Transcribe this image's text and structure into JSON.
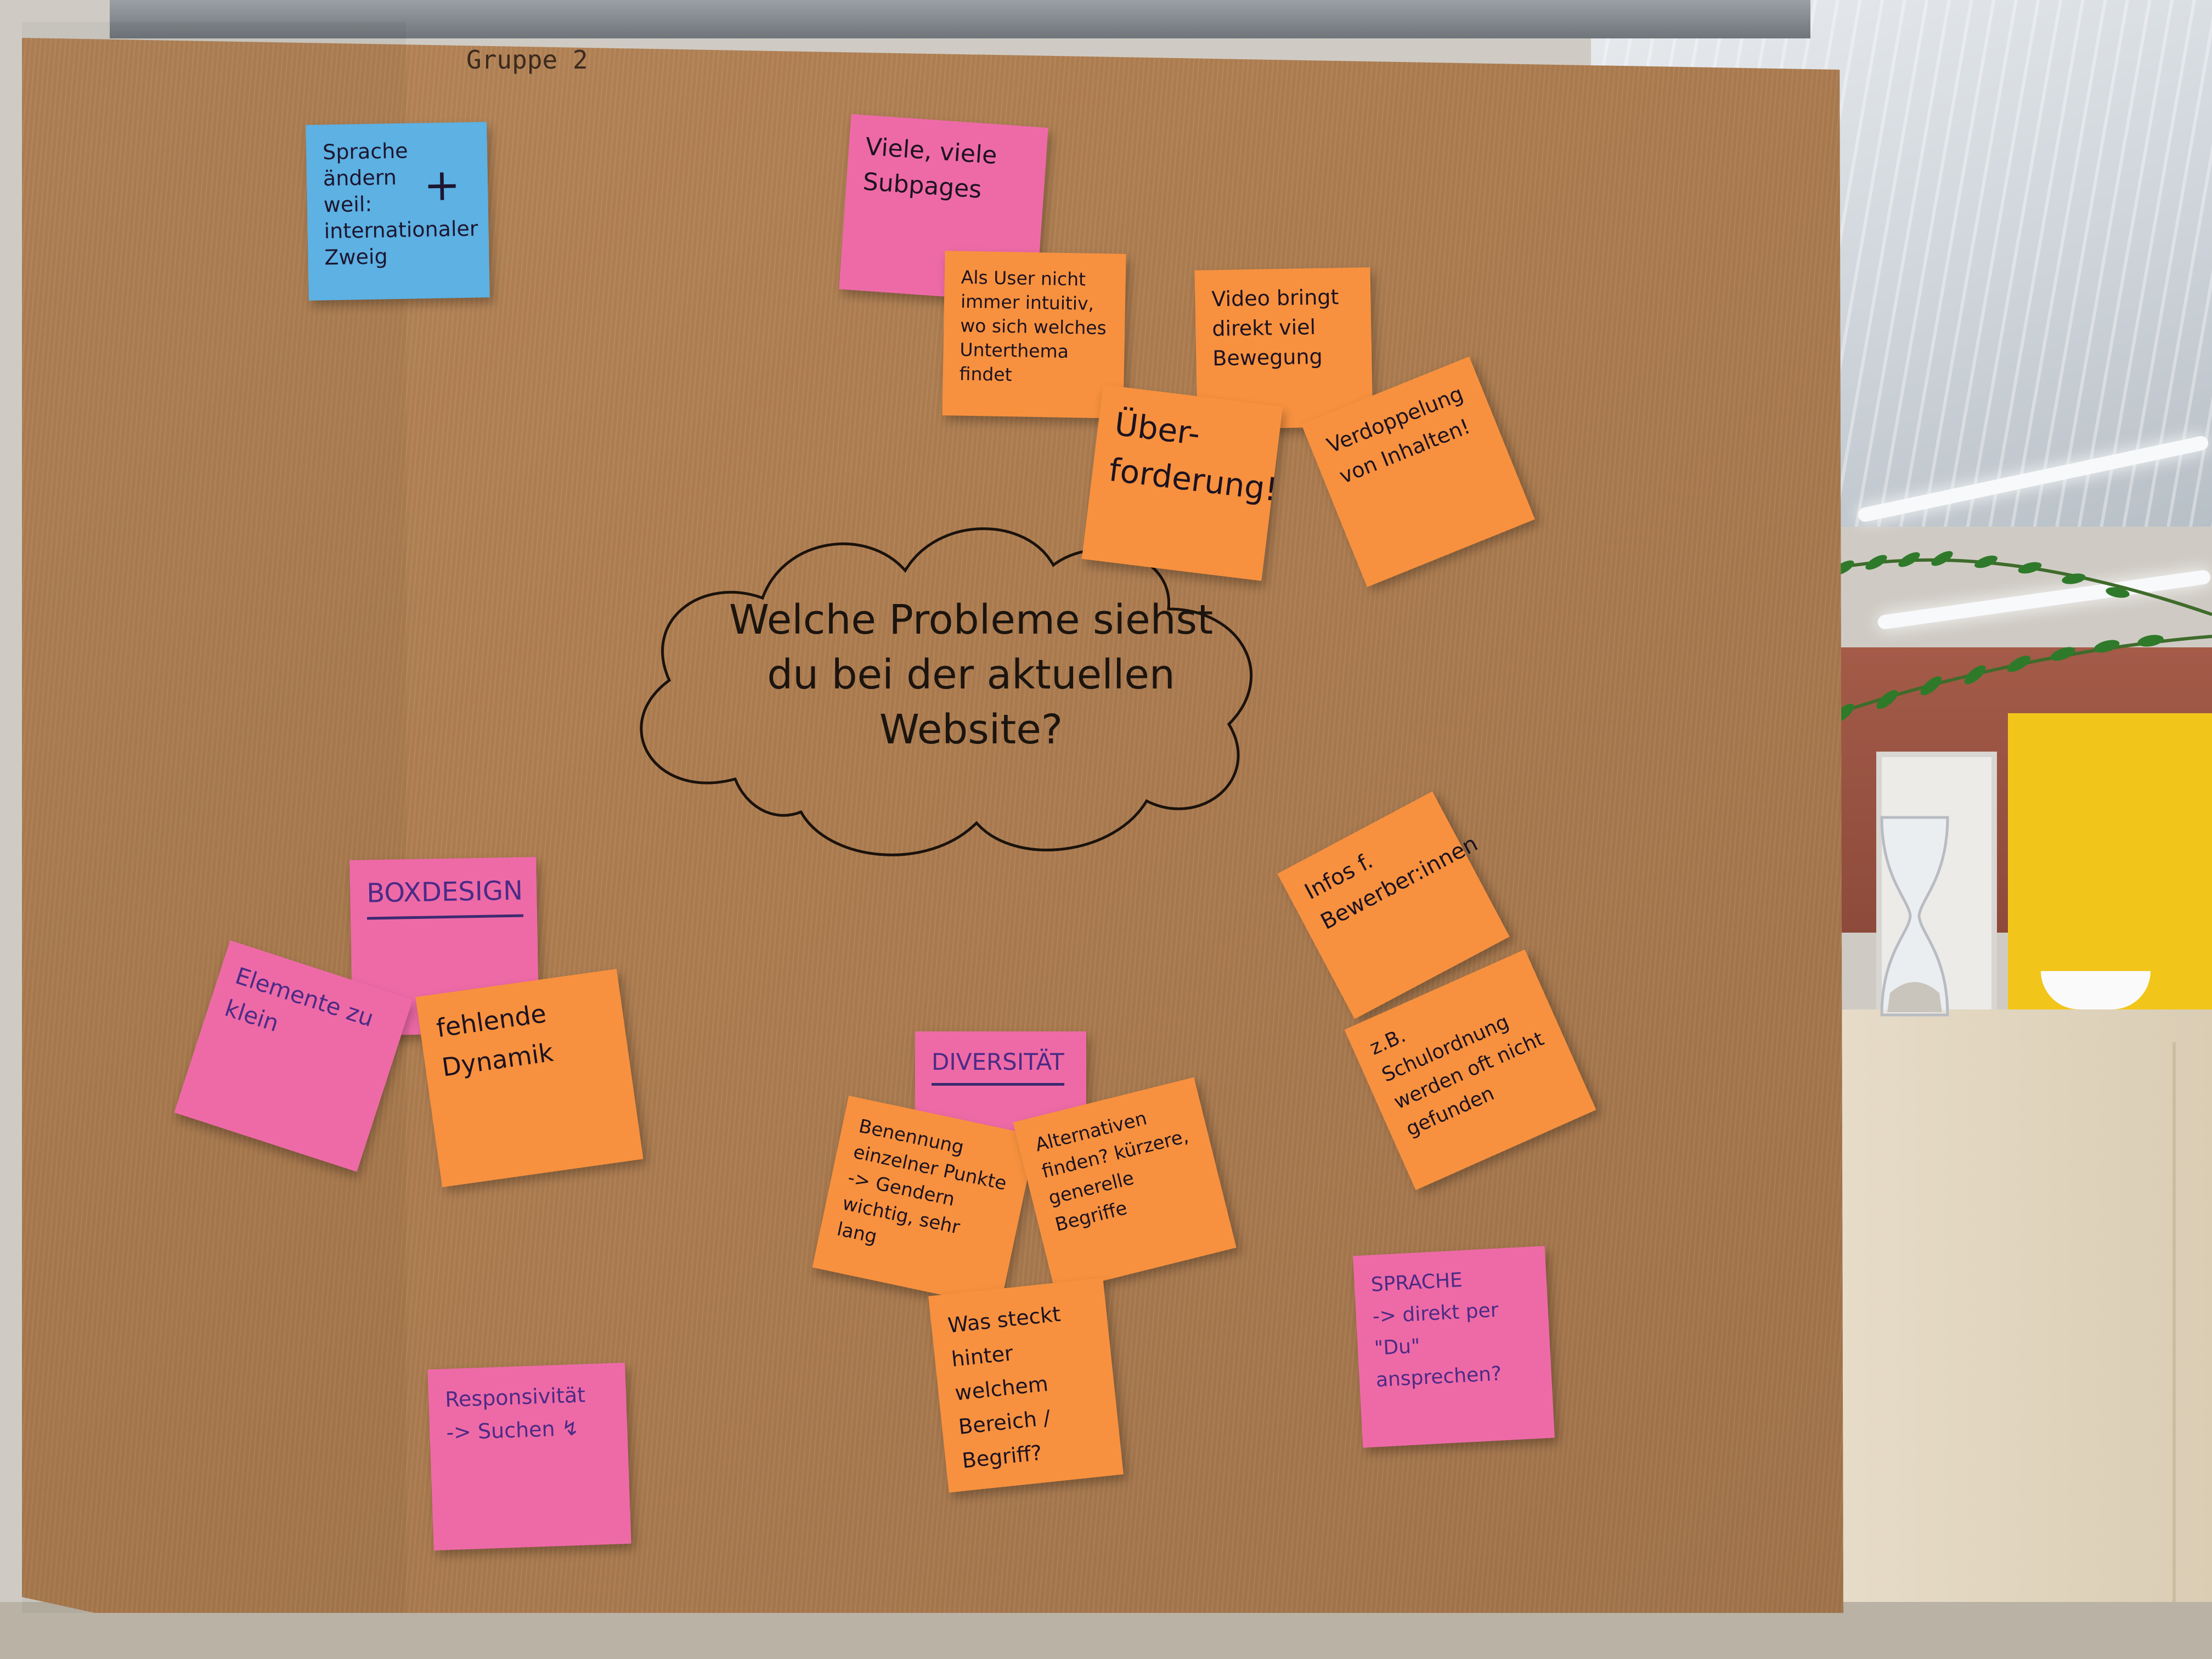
{
  "board": {
    "group_label": "Gruppe 2",
    "central_question": "Welche Probleme siehst du bei der aktuellen Website?"
  },
  "notes": {
    "sprache_aendern": {
      "text": "Sprache ändern\nweil: internationaler Zweig",
      "color": "#5db1e3"
    },
    "plus_sign": "+",
    "viele_subpages": {
      "text": "Viele, viele Subpages",
      "color": "#ee6aa7"
    },
    "als_user": {
      "text": "Als User nicht immer intuitiv, wo sich welches Unterthema findet",
      "color": "#f7913f"
    },
    "video": {
      "text": "Video bringt direkt viel Bewegung",
      "color": "#f7913f"
    },
    "ueberforderung": {
      "text": "Über-forderung!",
      "color": "#f7913f"
    },
    "verdoppelung": {
      "text": "Verdoppelung von Inhalten!",
      "color": "#f7913f"
    },
    "infos": {
      "text": "Infos f. Bewerber:innen",
      "color": "#f7913f"
    },
    "schulordnung": {
      "text": "z.B. Schulordnung werden oft nicht gefunden",
      "color": "#f7913f"
    },
    "boxdesign": {
      "text": "BOXDESIGN",
      "color": "#ee6aa7"
    },
    "elemente": {
      "text": "Elemente zu klein",
      "color": "#ee6aa7"
    },
    "dynamik": {
      "text": "fehlende Dynamik",
      "color": "#f7913f"
    },
    "diversitaet": {
      "text": "DIVERSITÄT",
      "color": "#ee6aa7"
    },
    "benennung": {
      "text": "Benennung einzelner Punkte\n-> Gendern wichtig, sehr lang",
      "color": "#f7913f"
    },
    "alternativen": {
      "text": "Alternativen finden? kürzere, generelle Begriffe",
      "color": "#f7913f"
    },
    "was_steckt": {
      "text": "Was steckt hinter welchem Bereich / Begriff?",
      "color": "#f7913f"
    },
    "sprache": {
      "text": "SPRACHE\n-> direkt per \"Du\" ansprechen?",
      "color": "#ee6aa7"
    },
    "responsivitaet": {
      "text": "Responsivität\n-> Suchen ↯",
      "color": "#ee6aa7"
    }
  }
}
